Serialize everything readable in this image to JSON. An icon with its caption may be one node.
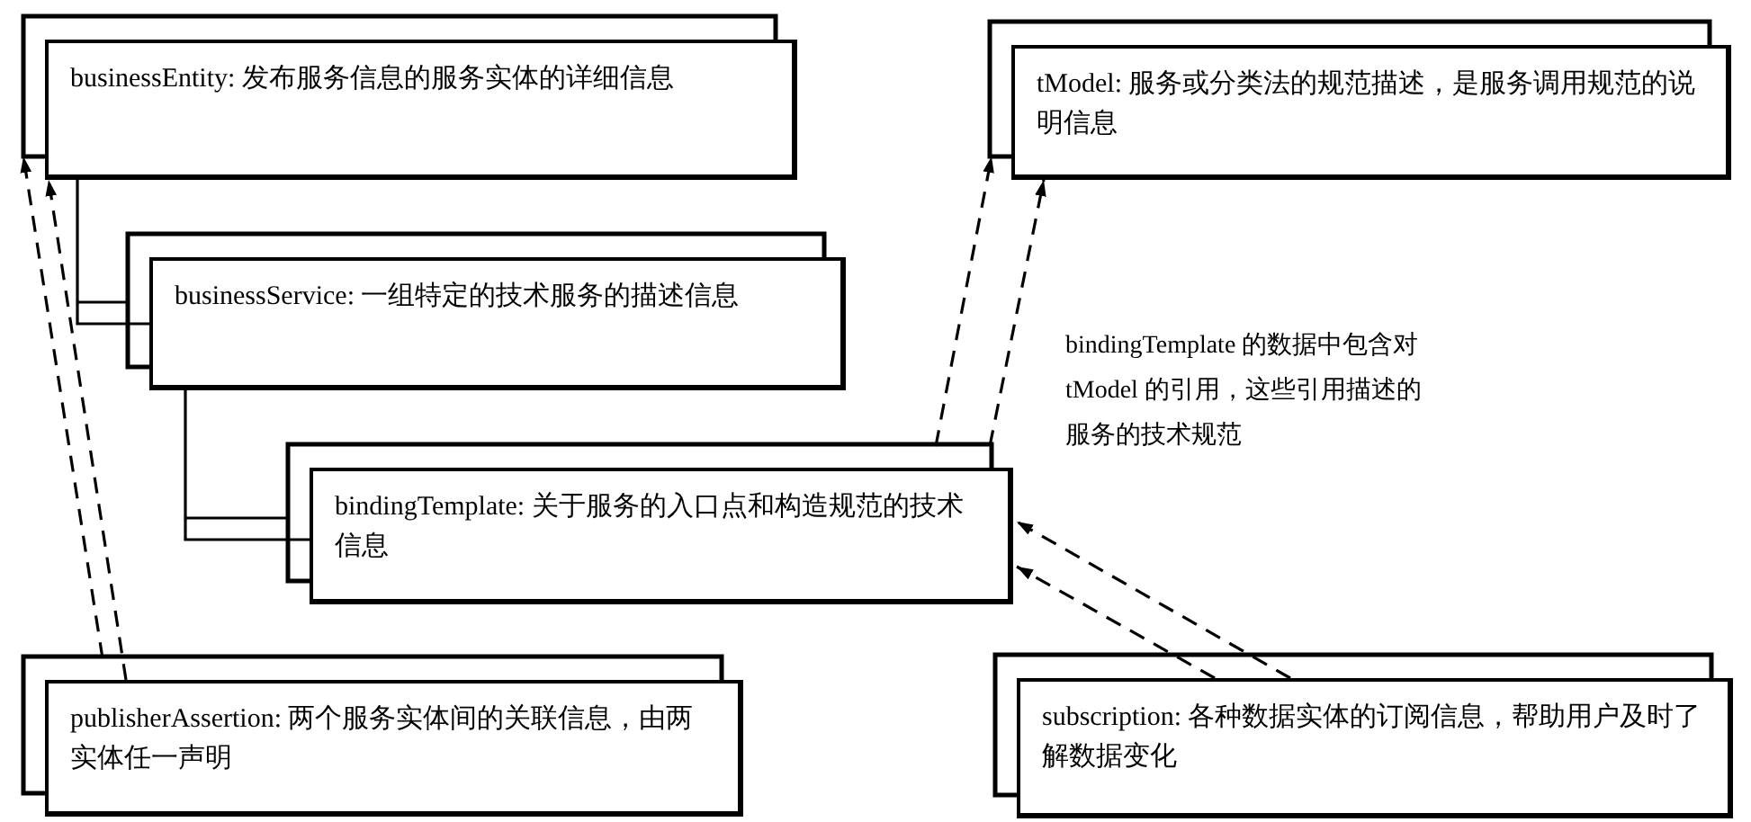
{
  "diagram": {
    "nodes": [
      {
        "text": [
          "businessEntity: 发布服务信息的服务实体的详细信息"
        ]
      },
      {
        "text": [
          "businessService: 一组特定的技术服务的描述信息"
        ]
      },
      {
        "text": [
          "bindingTemplate: 关于服务的入口点和构造规范的技术信息"
        ]
      },
      {
        "text": [
          "tModel: 服务或分类法的规范描述，是服务调用规范的说明信息"
        ]
      },
      {
        "text": [
          "publisherAssertion: 两个服务实体间的关联信息，由两实体任一声明"
        ]
      },
      {
        "text": [
          "subscription: 各种数据实体的订阅信息，帮助用户及时了解数据变化"
        ]
      }
    ],
    "edges": [
      {
        "from": 0,
        "to": 1,
        "arrow": "none"
      },
      {
        "from": 1,
        "to": 2,
        "arrow": "none"
      },
      {
        "from": 4,
        "to": 0,
        "arrow": "to",
        "style": "dashed"
      },
      {
        "from": 4,
        "to": 0,
        "arrow": "to",
        "style": "dashed"
      },
      {
        "from": 2,
        "to": 3,
        "arrow": "to",
        "style": "dashed"
      },
      {
        "from": 2,
        "to": 3,
        "arrow": "to",
        "style": "dashed"
      },
      {
        "from": 5,
        "to": 2,
        "arrow": "to",
        "style": "dashed"
      },
      {
        "from": 5,
        "to": 2,
        "arrow": "to",
        "style": "dashed"
      }
    ],
    "labels": [
      "bindingTemplate 的数据中包含对 tModel 的引用，这些引用描述的服务的技术规范"
    ]
  }
}
